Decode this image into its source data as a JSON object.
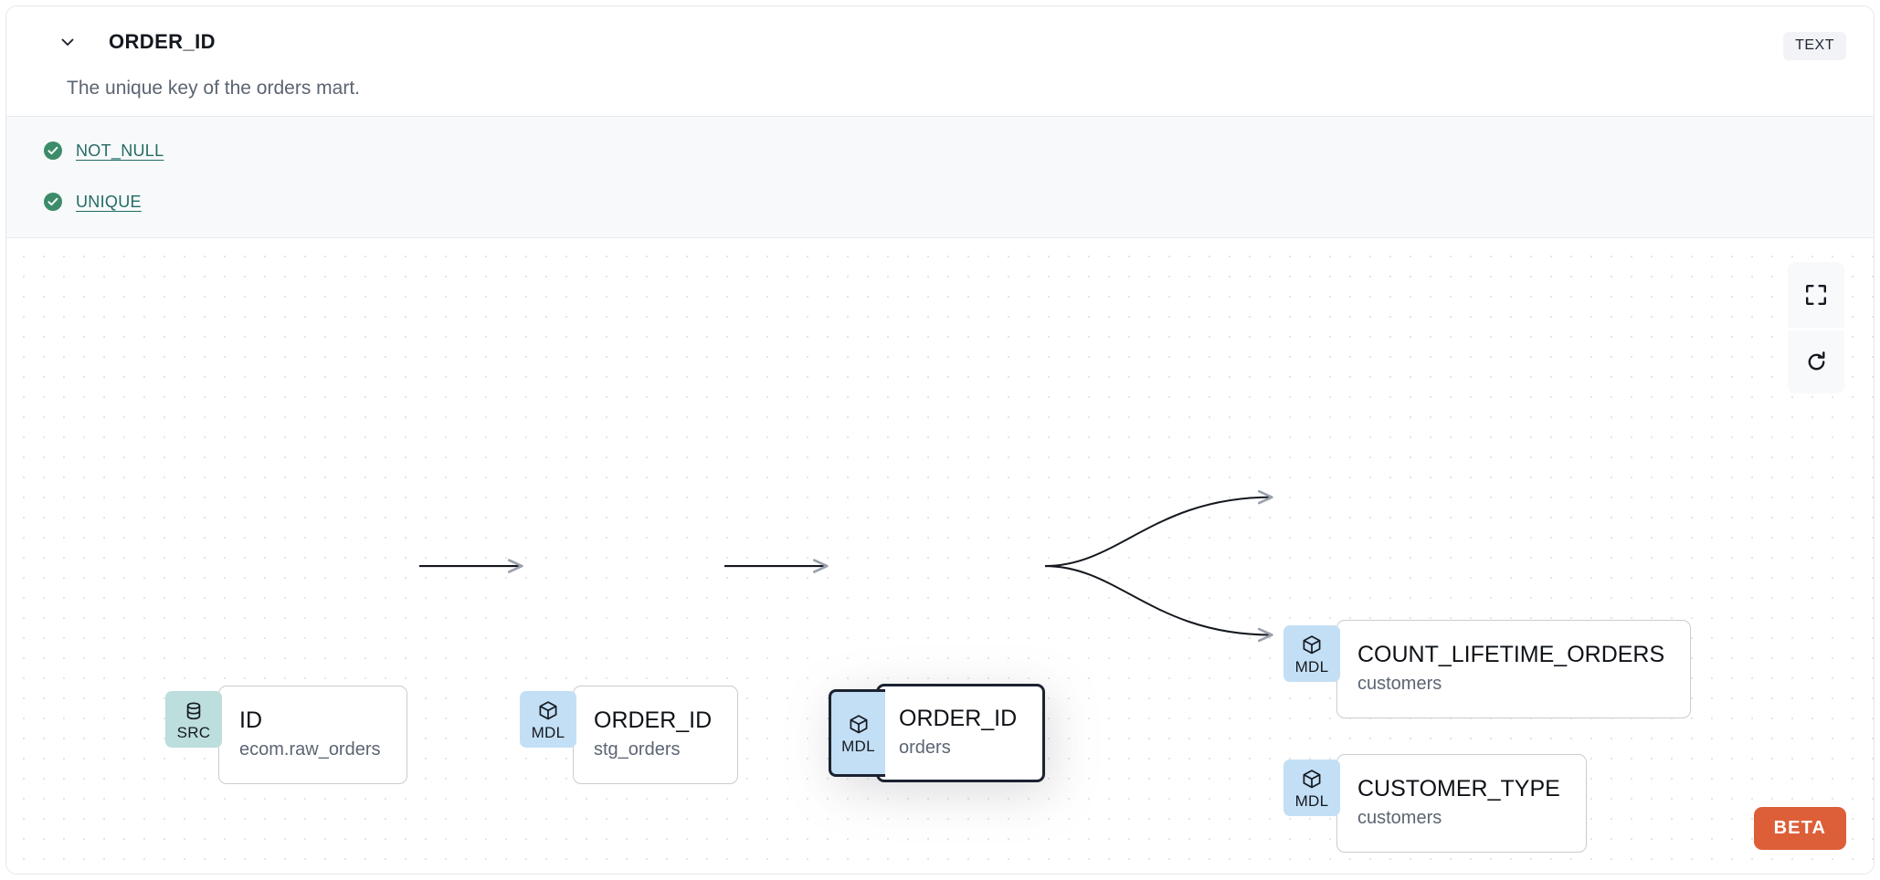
{
  "header": {
    "collapse_icon": "chevron-down-icon",
    "title": "ORDER_ID",
    "type_badge": "TEXT",
    "description": "The unique key of the orders mart."
  },
  "tests": {
    "items": [
      {
        "status_icon": "check-circle-icon",
        "label": "NOT_NULL"
      },
      {
        "status_icon": "check-circle-icon",
        "label": "UNIQUE"
      }
    ]
  },
  "lineage": {
    "nodes": [
      {
        "id": "src-id",
        "badge": "SRC",
        "badge_icon": "database-icon",
        "name": "ID",
        "sub": "ecom.raw_orders",
        "selected": false
      },
      {
        "id": "mdl-stg-orders",
        "badge": "MDL",
        "badge_icon": "cube-icon",
        "name": "ORDER_ID",
        "sub": "stg_orders",
        "selected": false
      },
      {
        "id": "mdl-orders",
        "badge": "MDL",
        "badge_icon": "cube-icon",
        "name": "ORDER_ID",
        "sub": "orders",
        "selected": true
      },
      {
        "id": "mdl-count-lifetime-orders",
        "badge": "MDL",
        "badge_icon": "cube-icon",
        "name": "COUNT_LIFETIME_ORDERS",
        "sub": "customers",
        "selected": false
      },
      {
        "id": "mdl-customer-type",
        "badge": "MDL",
        "badge_icon": "cube-icon",
        "name": "CUSTOMER_TYPE",
        "sub": "customers",
        "selected": false
      }
    ],
    "edges": [
      {
        "from": "src-id",
        "to": "mdl-stg-orders",
        "shape": "straight"
      },
      {
        "from": "mdl-stg-orders",
        "to": "mdl-orders",
        "shape": "straight"
      },
      {
        "from": "mdl-orders",
        "to": "mdl-count-lifetime-orders",
        "shape": "curve-up"
      },
      {
        "from": "mdl-orders",
        "to": "mdl-customer-type",
        "shape": "curve-down"
      }
    ],
    "controls": [
      {
        "name": "fit-view-button",
        "icon": "fit-screen-icon"
      },
      {
        "name": "refresh-button",
        "icon": "refresh-icon"
      }
    ],
    "beta_label": "BETA"
  },
  "colors": {
    "src_badge": "#bcdedd",
    "mdl_badge": "#c3dff5",
    "test_pass": "#3c8c6a",
    "test_link": "#226b63",
    "beta": "#dc5f38",
    "selected_border": "#1b2230"
  }
}
